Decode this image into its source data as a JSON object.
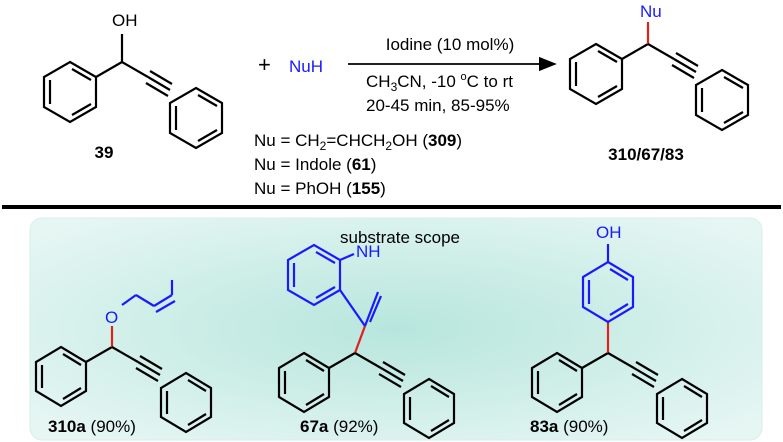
{
  "reactant": {
    "oh_label": "OH",
    "label": "39"
  },
  "plus": "+",
  "nucleophile": "NuH",
  "conditions": {
    "line1": "Iodine (10 mol%)",
    "line2_a": "CH",
    "line2_sub": "3",
    "line2_b": "CN, -10 ",
    "line2_sup": "o",
    "line2_c": "C to rt",
    "line3": "20-45 min, 85-95%"
  },
  "product": {
    "nu_label": "Nu",
    "label": "310/67/83"
  },
  "nu_options": [
    {
      "a": "Nu = CH",
      "s1": "2",
      "b": "=CHCH",
      "s2": "2",
      "c": "OH (",
      "bold": "309",
      "d": ")"
    },
    {
      "a": "Nu = Indole (",
      "bold": "61",
      "d": ")"
    },
    {
      "a": "Nu = PhOH (",
      "bold": "155",
      "d": ")"
    }
  ],
  "scope": {
    "title": "substrate scope",
    "o_label": "O",
    "nh_label": "NH",
    "oh_label": "OH",
    "products": [
      {
        "id": "310a",
        "yield": " (90%)"
      },
      {
        "id": "67a",
        "yield": " (92%)"
      },
      {
        "id": "83a",
        "yield": " (90%)"
      }
    ]
  },
  "colors": {
    "nucleophile": "#1a1aff",
    "new_bond": "#e0201a",
    "panel": "#c9ede6",
    "panel_edge": "#e8f7f4"
  }
}
